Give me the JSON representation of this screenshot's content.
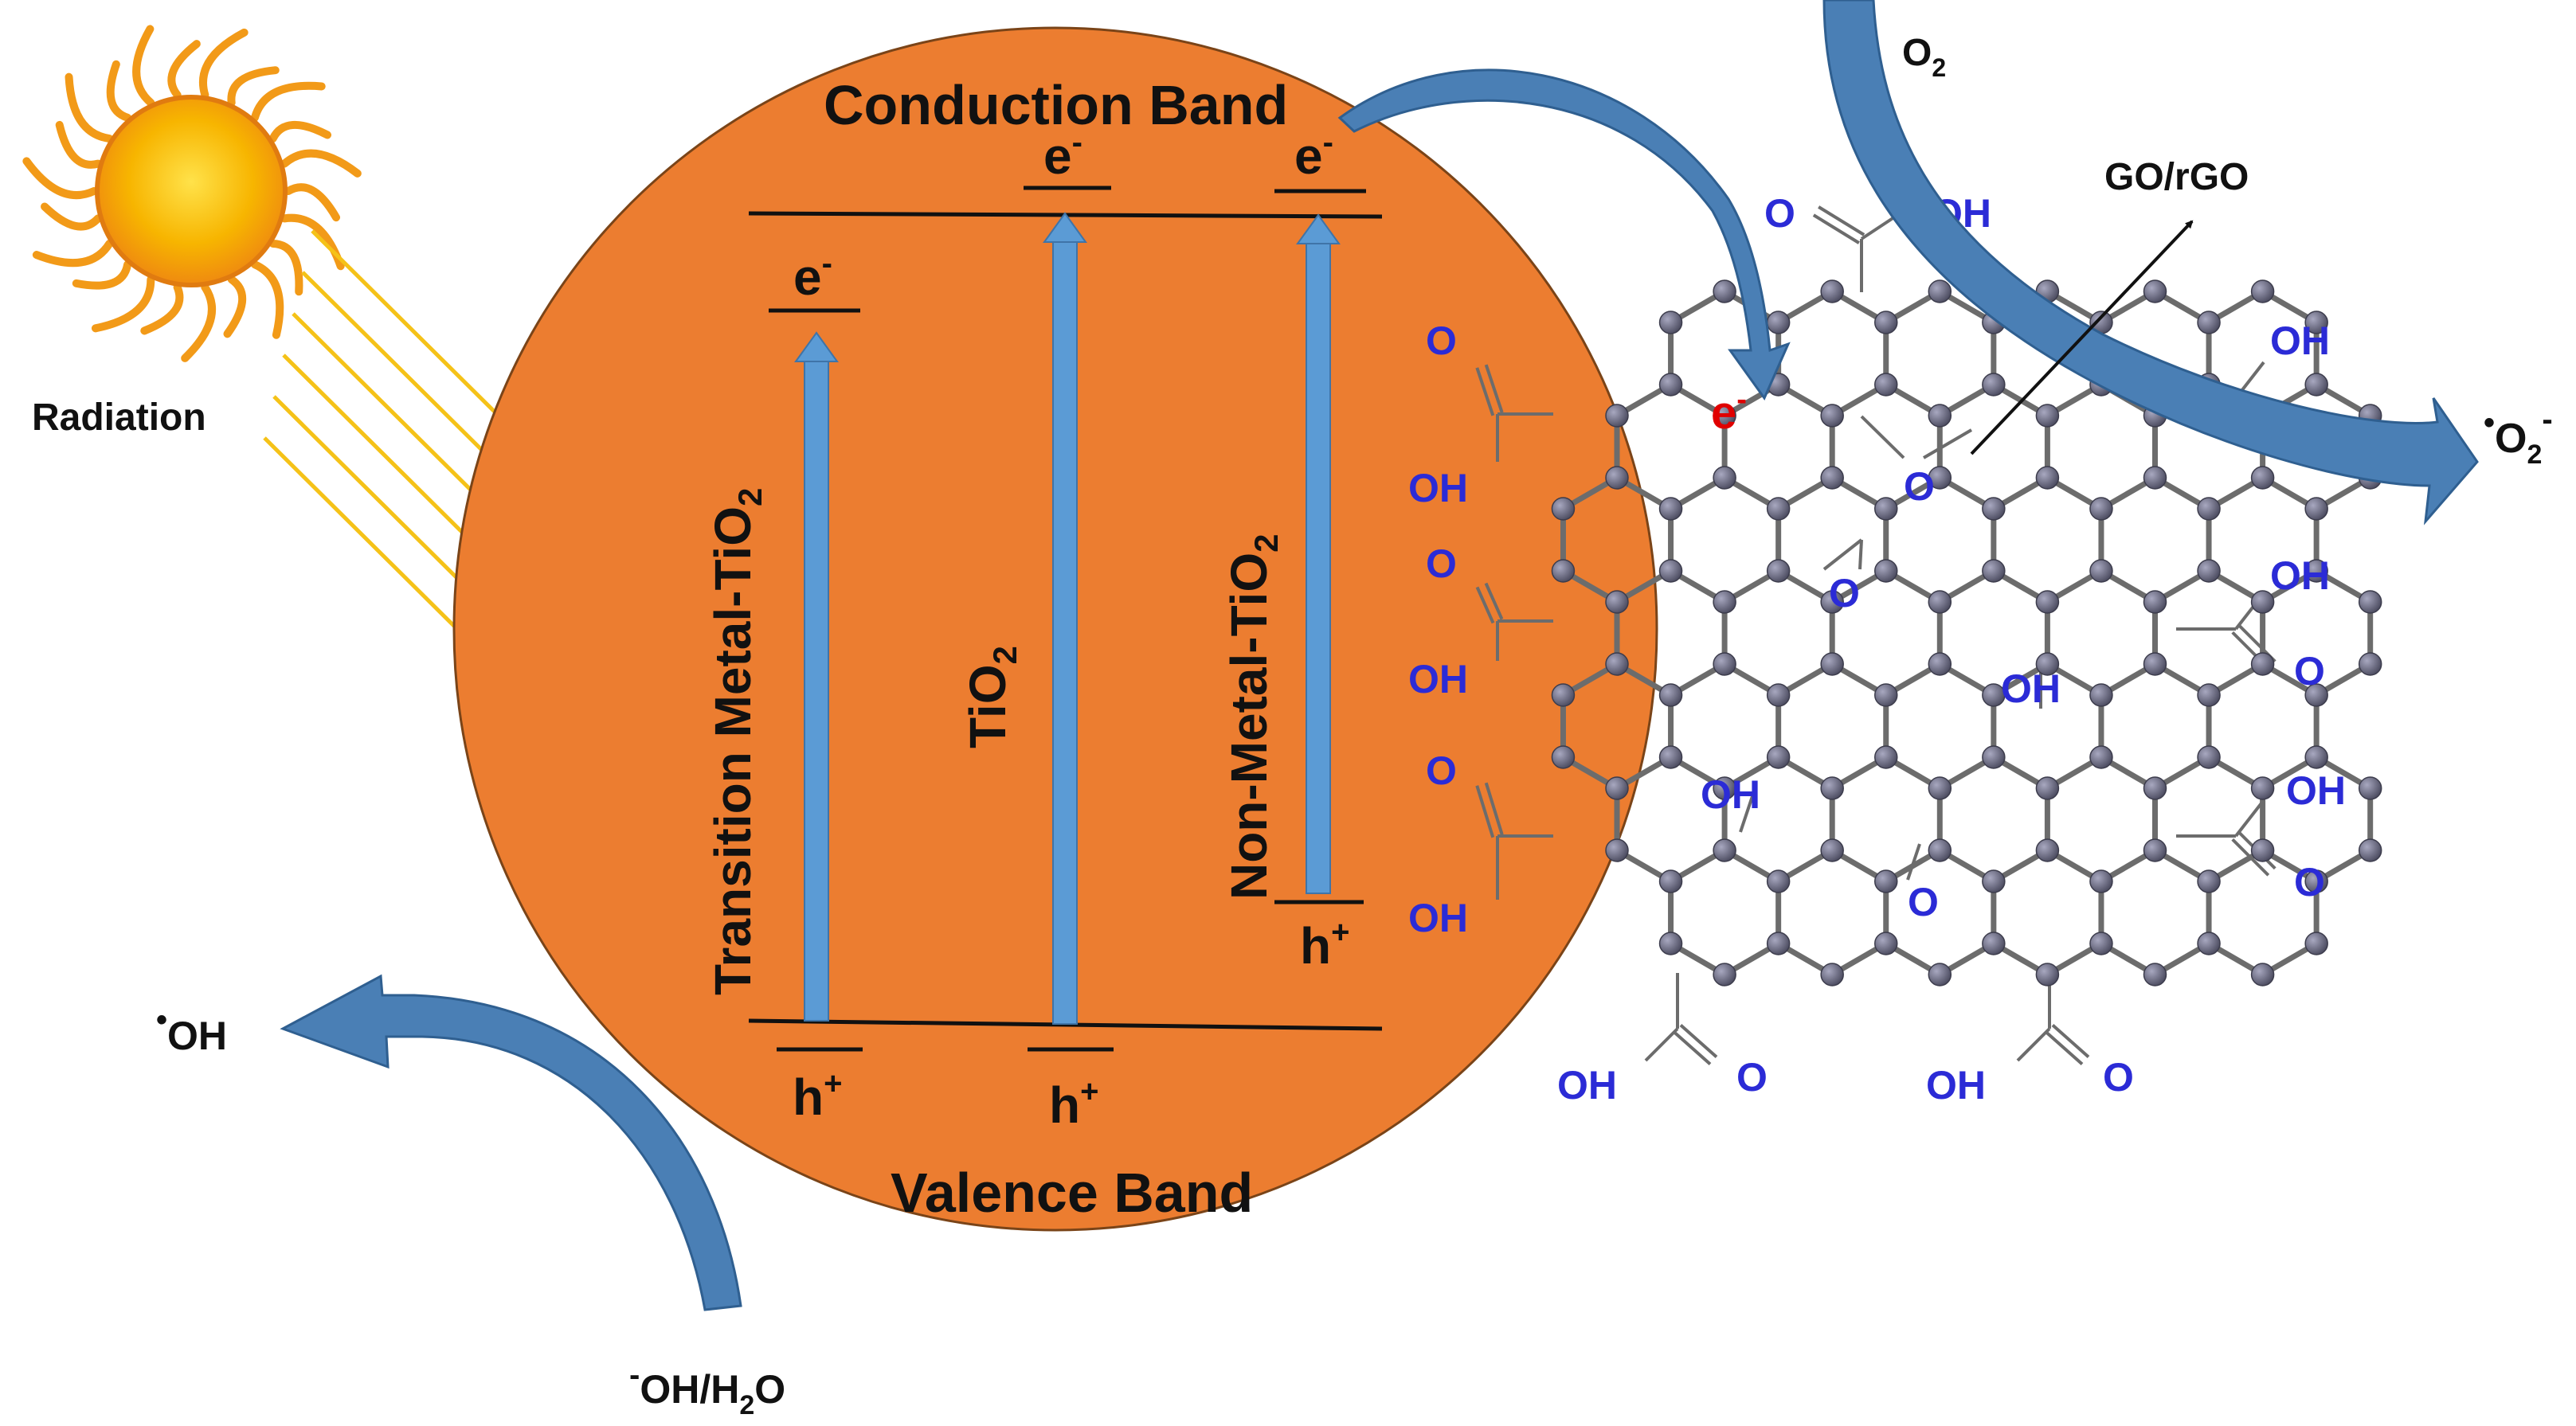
{
  "labels": {
    "radiation": "Radiation",
    "conduction_band": "Conduction Band",
    "valence_band": "Valence Band",
    "electron": "e",
    "electron_sup": "-",
    "hole": "h",
    "hole_sup": "+",
    "transition_metal_tio2": "Transition Metal-TiO",
    "tio2": "TiO",
    "non_metal_tio2": "Non-Metal-TiO",
    "subscript_2": "2",
    "go_rgo": "GO/rGO",
    "o2": "O",
    "o2_sub": "2",
    "superoxide_dot": "•",
    "superoxide_base": "O",
    "superoxide_sub": "2",
    "superoxide_sup": "-",
    "hydroxyl_dot": "•",
    "hydroxyl": "OH",
    "hydroxide_minus": "-",
    "hydroxide_water": "OH/H",
    "hydroxide_water_sub": "2",
    "hydroxide_water_end": "O",
    "oxygen": "O",
    "oh_group": "OH"
  },
  "colors": {
    "particle": "#ec7d30",
    "arrow_blue": "#5b9bd5",
    "flow_arrow": "#4a7fb5",
    "sun_core": "#f7b500",
    "sun_rays": "#f29a18",
    "radiation_lines": "#f5c218",
    "carbon": "#5c5c70",
    "bond": "#6c6c6c",
    "functional_group": "#2b2bd6",
    "electron_on_graphene": "#e00000"
  }
}
